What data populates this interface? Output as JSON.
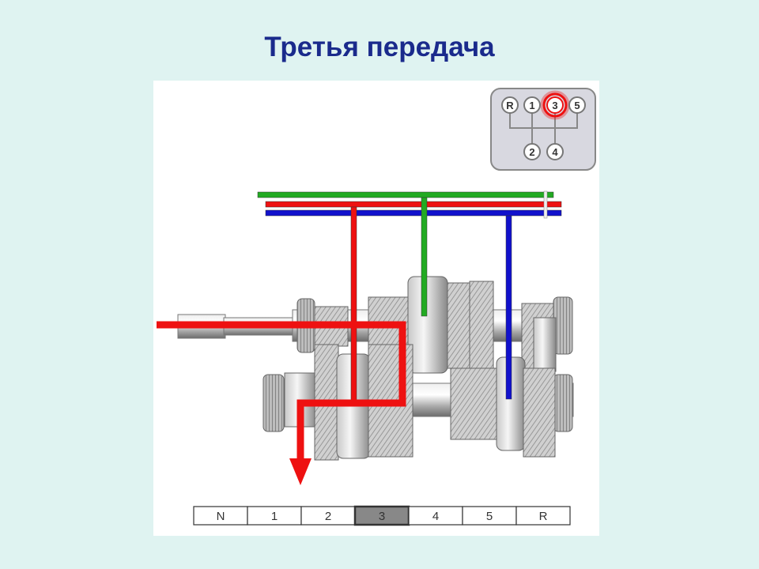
{
  "title": "Третья передача",
  "shift_pattern": {
    "positions": [
      "R",
      "1",
      "3",
      "5",
      "2",
      "4"
    ],
    "active": "3"
  },
  "selector_bar": {
    "cells": [
      "N",
      "1",
      "2",
      "3",
      "4",
      "5",
      "R"
    ],
    "active": "3"
  },
  "colors": {
    "title": "#1a2a8c",
    "power_flow": "#ee1111",
    "rail_green": "#22aa22",
    "rail_red": "#ee1111",
    "rail_blue": "#1111cc",
    "active_highlight": "#ee1111",
    "active_cell": "#888888"
  }
}
